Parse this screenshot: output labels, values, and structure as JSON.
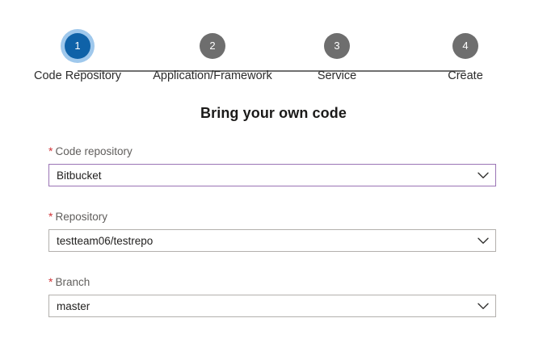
{
  "wizard": {
    "steps": [
      {
        "number": "1",
        "label": "Code Repository",
        "state": "active"
      },
      {
        "number": "2",
        "label": "Application/Framework",
        "state": "inactive"
      },
      {
        "number": "3",
        "label": "Service",
        "state": "inactive"
      },
      {
        "number": "4",
        "label": "Create",
        "state": "inactive"
      }
    ]
  },
  "heading": "Bring your own code",
  "form": {
    "fields": [
      {
        "label": "Code repository",
        "required_marker": "*",
        "value": "Bitbucket",
        "chevron_icon": "chevron-down-icon",
        "focused": true
      },
      {
        "label": "Repository",
        "required_marker": "*",
        "value": "testteam06/testrepo",
        "chevron_icon": "chevron-down-icon",
        "focused": false
      },
      {
        "label": "Branch",
        "required_marker": "*",
        "value": "master",
        "chevron_icon": "chevron-down-icon",
        "focused": false
      }
    ]
  },
  "colors": {
    "active_step": "#0f62a8",
    "active_step_ring": "#9fc8ec",
    "inactive_step": "#6e6e6e",
    "connector": "#707070",
    "required_star": "#d13438",
    "label_text": "#605e5c",
    "focused_border": "#9a74b5",
    "default_border": "#b3b0ad"
  }
}
